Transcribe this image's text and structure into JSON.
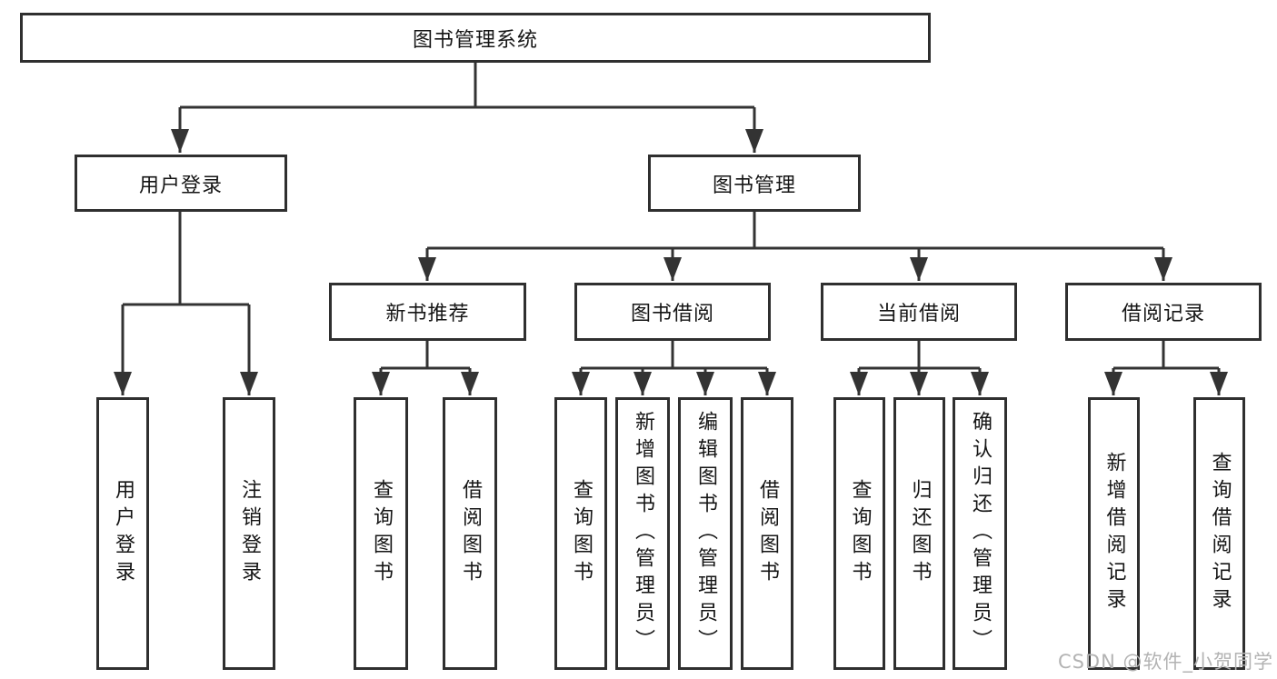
{
  "tree": {
    "label": "图书管理系统",
    "children": [
      {
        "label": "用户登录",
        "children": [
          {
            "label": "用户登录"
          },
          {
            "label": "注销登录"
          }
        ]
      },
      {
        "label": "图书管理",
        "children": [
          {
            "label": "新书推荐",
            "children": [
              {
                "label": "查询图书"
              },
              {
                "label": "借阅图书"
              }
            ]
          },
          {
            "label": "图书借阅",
            "children": [
              {
                "label": "查询图书"
              },
              {
                "label": "新增图书（管理员）"
              },
              {
                "label": "编辑图书（管理员）"
              },
              {
                "label": "借阅图书"
              }
            ]
          },
          {
            "label": "当前借阅",
            "children": [
              {
                "label": "查询图书"
              },
              {
                "label": "归还图书"
              },
              {
                "label": "确认归还（管理员）"
              }
            ]
          },
          {
            "label": "借阅记录",
            "children": [
              {
                "label": "新增借阅记录"
              },
              {
                "label": "查询借阅记录"
              }
            ]
          }
        ]
      }
    ]
  },
  "watermark": "CSDN @软件_小贺同学",
  "colors": {
    "line": "#333333",
    "border": "#2f2f2f",
    "text": "#151515",
    "background": "#ffffff",
    "watermark": "#b3b3b3"
  }
}
